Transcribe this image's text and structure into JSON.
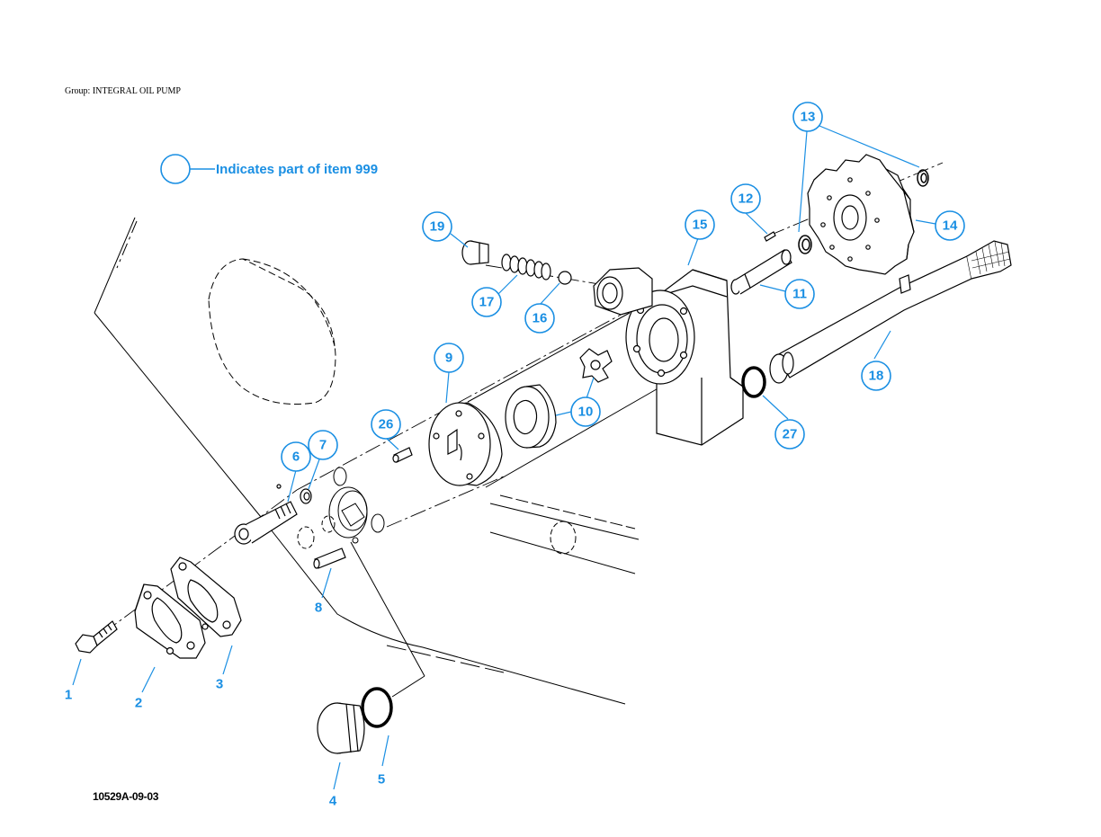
{
  "header": {
    "group_label": "Group: INTEGRAL OIL PUMP"
  },
  "legend": {
    "text": "Indicates part of item 999"
  },
  "footer": {
    "figure_id": "10529A-09-03"
  },
  "colors": {
    "callout": "#1a8fe3",
    "line": "#000000",
    "background": "#ffffff"
  },
  "circled_callouts": [
    "7",
    "6",
    "9",
    "10",
    "26",
    "19",
    "17",
    "16",
    "15",
    "12",
    "11",
    "13",
    "14",
    "18",
    "27"
  ],
  "plain_callouts": [
    "1",
    "2",
    "3",
    "4",
    "5",
    "8"
  ]
}
